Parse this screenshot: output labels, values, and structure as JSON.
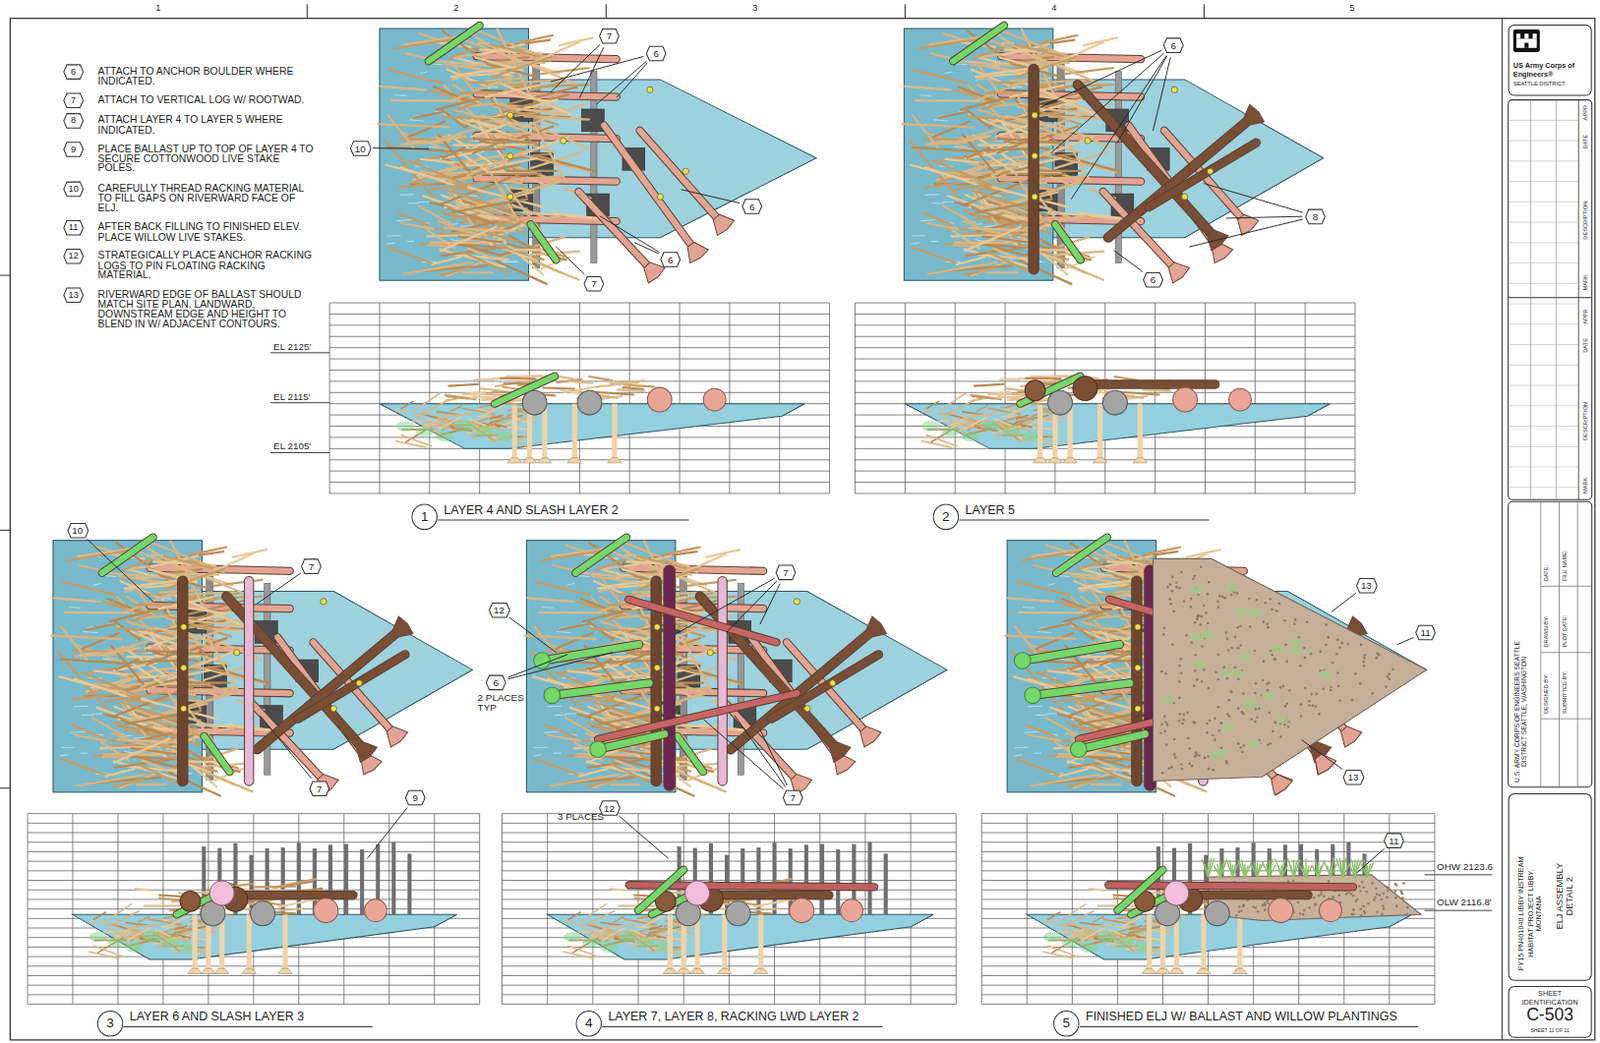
{
  "diagram": {
    "nodes": [
      {
        "text": [
          "6",
          "ATTACH TO ANCHOR BOULDER WHERE INDICATED."
        ]
      },
      {
        "text": [
          "7",
          "ATTACH TO VERTICAL LOG W/ ROOTWAD."
        ]
      },
      {
        "text": [
          "8",
          "ATTACH LAYER 4 TO LAYER 5 WHERE INDICATED."
        ]
      },
      {
        "text": [
          "9",
          "PLACE BALLAST UP TO TOP OF LAYER 4 TO SECURE COTTONWOOD LIVE STAKE POLES."
        ]
      },
      {
        "text": [
          "10",
          "CAREFULLY THREAD RACKING MATERIAL TO FILL GAPS ON RIVERWARD FACE OF ELJ."
        ]
      },
      {
        "text": [
          "11",
          "AFTER BACK FILLING TO FINISHED ELEV. PLACE WILLOW LIVE STAKES."
        ]
      },
      {
        "text": [
          "12",
          "STRATEGICALLY PLACE ANCHOR RACKING LOGS TO PIN FLOATING RACKING MATERIAL."
        ]
      },
      {
        "text": [
          "13",
          "RIVERWARD EDGE OF BALLAST SHOULD MATCH SITE PLAN. LANDWARD, DOWNSTREAM EDGE AND HEIGHT TO BLEND IN W/ ADJACENT CONTOURS."
        ]
      },
      {
        "text": [
          "1",
          "LAYER 4 AND SLASH LAYER 2"
        ]
      },
      {
        "text": [
          "2",
          "LAYER 5"
        ]
      },
      {
        "text": [
          "3",
          "LAYER 6 AND SLASH LAYER 3"
        ]
      },
      {
        "text": [
          "4",
          "LAYER 7, LAYER 8, RACKING LWD LAYER 2"
        ]
      },
      {
        "text": [
          "5",
          "FINISHED ELJ W/ BALLAST AND WILLOW PLANTINGS"
        ]
      },
      {
        "text": [
          "7"
        ]
      },
      {
        "text": [
          "6"
        ]
      },
      {
        "text": [
          "10"
        ]
      },
      {
        "text": [
          "6"
        ]
      },
      {
        "text": [
          "6"
        ]
      },
      {
        "text": [
          "7"
        ]
      },
      {
        "text": [
          "6"
        ]
      },
      {
        "text": [
          "8"
        ]
      },
      {
        "text": [
          "6"
        ]
      },
      {
        "text": [
          "10"
        ]
      },
      {
        "text": [
          "7"
        ]
      },
      {
        "text": [
          "7"
        ]
      },
      {
        "text": [
          "9"
        ]
      },
      {
        "text": [
          "7"
        ]
      },
      {
        "text": [
          "12"
        ]
      },
      {
        "text": [
          "6",
          "2 PLACES TYP"
        ]
      },
      {
        "text": [
          "7"
        ]
      },
      {
        "text": [
          "12",
          "3 PLACES"
        ]
      },
      {
        "text": [
          "13"
        ]
      },
      {
        "text": [
          "11"
        ]
      },
      {
        "text": [
          "13"
        ]
      },
      {
        "text": [
          "11"
        ]
      },
      {
        "text": [
          "US Army Corps of Engineers®",
          "SEATTLE DISTRICT"
        ]
      },
      {
        "text": [
          "FY15 PN401040 LIBBY INSTREAM HABITAT PROJECT LIBBY, MONTANA",
          "ELJ ASSEMBLY DETAIL 2"
        ]
      },
      {
        "text": [
          "SHEET IDENTIFICATION",
          "C-503",
          "SHEET 11 OF 11"
        ]
      }
    ],
    "labels": [
      "1",
      "2",
      "3",
      "4",
      "5",
      "EL 2125'",
      "EL 2115'",
      "EL 2105'",
      "OHW 2123.6",
      "OLW 2116.8'",
      "U.S. ARMY CORPS OF ENGINEERS SEATTLE DISTRICT SEATTLE, WASHINGTON",
      "DESIGNED BY:",
      "DRAWN BY:",
      "DATE:",
      "SUBMITTED BY:",
      "PLOT DATE:",
      "FILE NAME:",
      "APPR",
      "DATE",
      "DESCRIPTION",
      "MARK",
      "APPR",
      "DATE",
      "DESCRIPTION",
      "MARK"
    ]
  }
}
